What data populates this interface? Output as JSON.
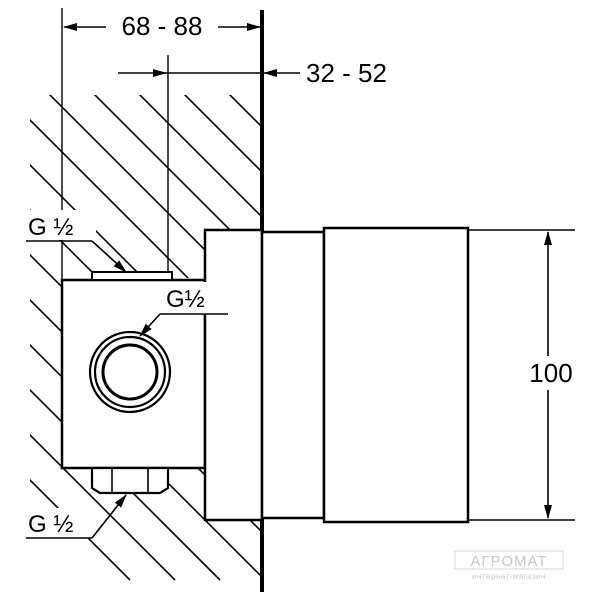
{
  "dimensions": {
    "top_range": "68 - 88",
    "second_range": "32 - 52",
    "height": "100"
  },
  "labels": {
    "thread_top": "G ½",
    "thread_side": "G½",
    "thread_bottom": "G ½"
  },
  "watermark": {
    "brand": "АГРОМАТ",
    "tagline": "интернет-магазин"
  }
}
